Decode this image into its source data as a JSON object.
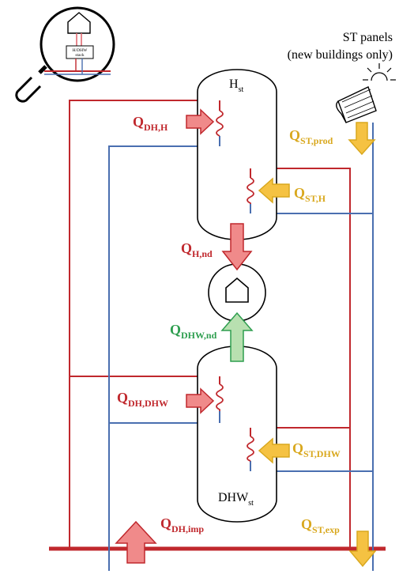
{
  "colors": {
    "red": "#c0282d",
    "blue": "#4a6fb0",
    "arrow_red_fill": "#f08a8a",
    "arrow_yellow_fill": "#f5c242",
    "arrow_green_fill": "#b8e0b0",
    "green_stroke": "#2e9e4f",
    "yellow_stroke": "#d9a81e"
  },
  "icons": [
    "magnifier-icon",
    "house-icon",
    "sun-icon",
    "solar-panel-icon"
  ],
  "magnifier": {
    "stack_label_1": "H/DHW",
    "stack_label_2": "stack"
  },
  "st_panels": {
    "line1": "ST panels",
    "line2": "(new buildings only)"
  },
  "tanks": {
    "heating": {
      "base": "H",
      "sub": "st"
    },
    "dhw": {
      "base": "DHW",
      "sub": "st"
    }
  },
  "flows": {
    "q_dh_h": {
      "base": "Q",
      "sub": "DH,H"
    },
    "q_st_prod": {
      "base": "Q",
      "sub": "ST,prod"
    },
    "q_st_h": {
      "base": "Q",
      "sub": "ST,H"
    },
    "q_h_nd": {
      "base": "Q",
      "sub": "H,nd"
    },
    "q_dhw_nd": {
      "base": "Q",
      "sub": "DHW,nd"
    },
    "q_dh_dhw": {
      "base": "Q",
      "sub": "DH,DHW"
    },
    "q_st_dhw": {
      "base": "Q",
      "sub": "ST,DHW"
    },
    "q_dh_imp": {
      "base": "Q",
      "sub": "DH,imp"
    },
    "q_st_exp": {
      "base": "Q",
      "sub": "ST,exp"
    }
  }
}
